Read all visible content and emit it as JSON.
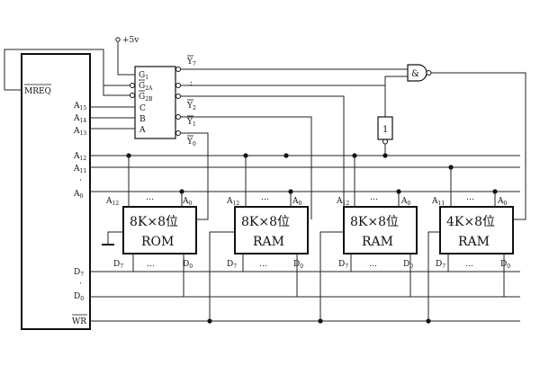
{
  "cpu": {
    "mreq": "MREQ",
    "wr": "WR",
    "a15": "A",
    "a15_sub": "15",
    "a14": "A",
    "a14_sub": "14",
    "a13": "A",
    "a13_sub": "13",
    "a12": "A",
    "a12_sub": "12",
    "a11": "A",
    "a11_sub": "11",
    "a0": "A",
    "a0_sub": "0",
    "d7": "D",
    "d7_sub": "7",
    "d0": "D",
    "d0_sub": "0",
    "dot": "·"
  },
  "power": {
    "label": "+5v"
  },
  "decoder": {
    "g1": "G",
    "g1_sub": "1",
    "g2a": "G",
    "g2a_sub": "2A",
    "g2b": "G",
    "g2b_sub": "2B",
    "c": "C",
    "b": "B",
    "a": "A",
    "y7": "Y",
    "y7_sub": "7",
    "dots": ":",
    "y2": "Y",
    "y2_sub": "2",
    "y1": "Y",
    "y1_sub": "1",
    "y0": "Y",
    "y0_sub": "0"
  },
  "and_gate": {
    "symbol": "&"
  },
  "not_gate": {
    "symbol": "1"
  },
  "chips": [
    {
      "top": "8K×8位",
      "bottom": "ROM",
      "addr_hi": "A",
      "addr_hi_sub": "12",
      "addr_lo": "A",
      "addr_lo_sub": "0",
      "data_hi": "D",
      "data_hi_sub": "7",
      "data_lo": "D",
      "data_lo_sub": "0",
      "ellipsis": "…"
    },
    {
      "top": "8K×8位",
      "bottom": "RAM",
      "addr_hi": "A",
      "addr_hi_sub": "12",
      "addr_lo": "A",
      "addr_lo_sub": "0",
      "data_hi": "D",
      "data_hi_sub": "7",
      "data_lo": "D",
      "data_lo_sub": "0",
      "ellipsis": "…"
    },
    {
      "top": "8K×8位",
      "bottom": "RAM",
      "addr_hi": "A",
      "addr_hi_sub": "12",
      "addr_lo": "A",
      "addr_lo_sub": "0",
      "data_hi": "D",
      "data_hi_sub": "7",
      "data_lo": "D",
      "data_lo_sub": "0",
      "ellipsis": "…"
    },
    {
      "top": "4K×8位",
      "bottom": "RAM",
      "addr_hi": "A",
      "addr_hi_sub": "11",
      "addr_lo": "A",
      "addr_lo_sub": "0",
      "data_hi": "D",
      "data_hi_sub": "7",
      "data_lo": "D",
      "data_lo_sub": "0",
      "ellipsis": "…"
    }
  ]
}
